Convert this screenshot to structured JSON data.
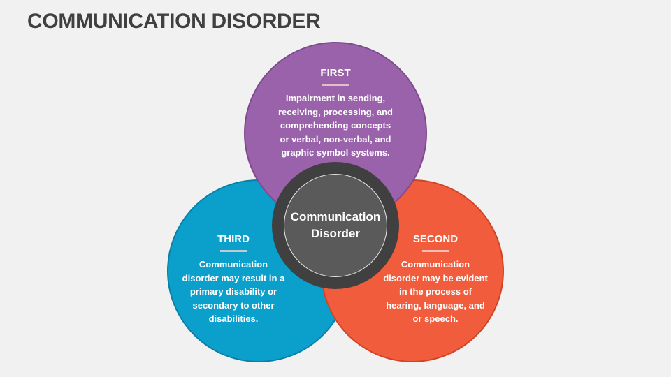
{
  "title": "COMMUNICATION DISORDER",
  "center": {
    "line1": "Communication",
    "line2": "Disorder"
  },
  "first": {
    "heading": "FIRST",
    "text": "Impairment in sending, receiving, processing, and comprehending concepts or verbal, non-verbal, and graphic symbol systems."
  },
  "second": {
    "heading": "SECOND",
    "text": "Communication disorder may be evident in the process of hearing, language, and or speech."
  },
  "third": {
    "heading": "THIRD",
    "text": "Communication disorder may result in a primary disability or secondary to other disabilities."
  },
  "colors": {
    "first": "#9a62aa",
    "second": "#f15d3c",
    "third": "#0ba0cc",
    "center": "#404040"
  }
}
